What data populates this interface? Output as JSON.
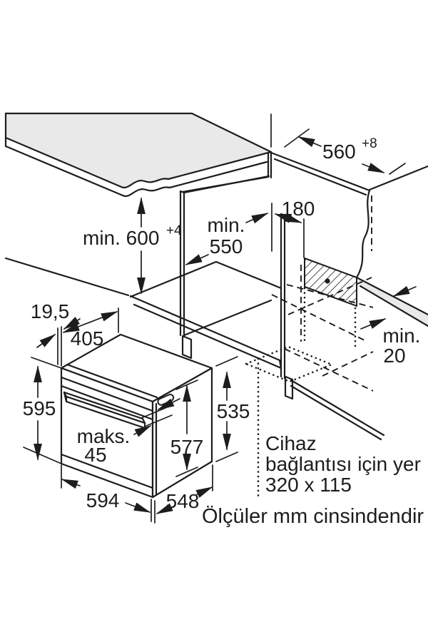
{
  "figure": {
    "type": "installation-diagram",
    "subject": "built-in oven niche dimensions"
  },
  "colors": {
    "line": "#1d1d1b",
    "surface_gray": "#e9e9e9",
    "background": "#ffffff"
  },
  "dims": {
    "niche_width": {
      "label": "560",
      "sup": "+8"
    },
    "niche_height": {
      "label": "min. 600",
      "sup": "+4"
    },
    "niche_depth": {
      "line1": "min.",
      "line2": "550"
    },
    "connection_offset": {
      "label": "180"
    },
    "rear_gap": {
      "line1": "min.",
      "line2": "20"
    },
    "front_frame": {
      "label": "19,5"
    },
    "top_depth": {
      "label": "405"
    },
    "front_height": {
      "label": "595"
    },
    "handle_clearance": {
      "line1": "maks.",
      "line2": "45"
    },
    "door_height": {
      "label": "577"
    },
    "body_height": {
      "label": "535"
    },
    "front_width": {
      "label": "594"
    },
    "body_depth": {
      "label": "548"
    }
  },
  "notes": {
    "connection_space": {
      "line1": "Cihaz",
      "line2": "bağlantısı için yer",
      "line3": "320 x 115"
    },
    "units": "Ölçüler mm cinsindendir"
  }
}
